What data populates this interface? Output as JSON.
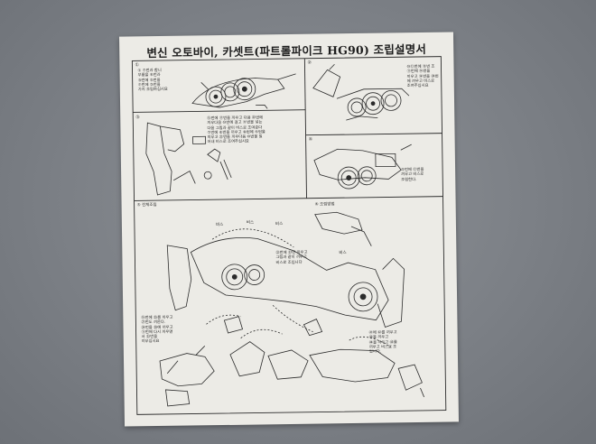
{
  "sheet": {
    "title": "변신 오토바이, 카셋트(파트롤파이크 HG90) 조립설명서"
  },
  "panels": {
    "step1": {
      "note": "① ⑦번과 합니\n부품을 ⑥번과\n③번에 ⑤번을\n⑦번에 ③번을\n가지 조립하십시요"
    },
    "step2": {
      "note": "⑩⑫번에 ⑬번 조\n⑪번에 ⑭번을\n끼우고 ⑭번을 ㉔번\n에 끼우고 비스로\n조여주십시요"
    },
    "step3": {
      "note": "⑮번에 ⑰번을 끼우고 다음 ㉓번에\n끼우다음 ⑩번에 걸고 ⑪번을 넣는\n다음 그림과 같이 비스로 조여준다\n⑦번에 ⑥번을 끼우고 ⑧번에 ⑤번을\n끼우고 ㉒번을 끼우다음 ⑩번을 밀\n어내 비스로 조여주십시요"
    },
    "step4": {
      "note": "⑤번에 ⑫번을\n끼우고 비스로\n조립한다."
    },
    "step5": {
      "label": "⑤ 전체조립"
    },
    "step6": {
      "label": "⑥ 조립방법"
    },
    "labels": {
      "bis": "비스",
      "center_note": "㉜번에 ㉝번 끼우고\n그림과 같이 끼우고\n비스로 조입니다",
      "left_note": "⑲번에 ㉕를 끼우고\n㉗번도 끼운다.\n㉔번을 ㉘에 끼우고\n⑪번에 다시 끼우면\n서 ㉓번을\n끼우십시요",
      "right_note": "㊶에 ㊷를 끼우고\n㊸을 끼우고\n㊹을 끼우고 ㊺를\n끼우고 비스로 조\n입니다."
    }
  }
}
